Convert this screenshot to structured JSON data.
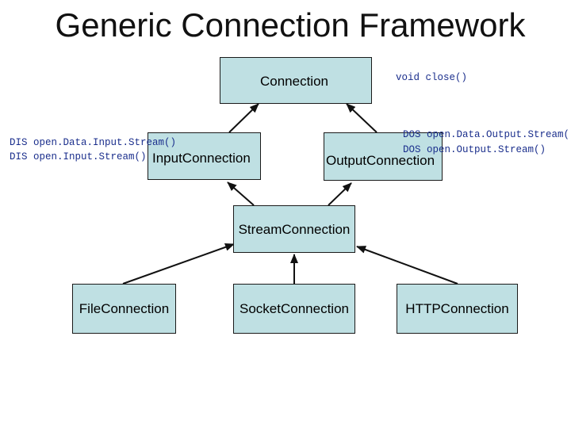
{
  "slide": {
    "title": "Generic Connection Framework"
  },
  "nodes": {
    "connection": "Connection",
    "input_connection": "InputConnection",
    "output_connection": "OutputConnection",
    "stream_connection": "StreamConnection",
    "file_connection": "FileConnection",
    "socket_connection": "SocketConnection",
    "http_connection": "HTTPConnection"
  },
  "methods": {
    "connection": [
      "void close()"
    ],
    "input_connection": [
      "DIS open.Data.Input.Stream()",
      "DIS open.Input.Stream()"
    ],
    "output_connection": [
      "DOS open.Data.Output.Stream(",
      "DOS open.Output.Stream()"
    ]
  },
  "colors": {
    "node_fill": "#bfe0e3",
    "node_border": "#1a1a1a",
    "method_text": "#1a2e8c",
    "arrow": "#111111"
  },
  "edges": [
    {
      "from": "input_connection",
      "to": "connection"
    },
    {
      "from": "output_connection",
      "to": "connection"
    },
    {
      "from": "stream_connection",
      "to": "input_connection"
    },
    {
      "from": "stream_connection",
      "to": "output_connection"
    },
    {
      "from": "file_connection",
      "to": "stream_connection"
    },
    {
      "from": "socket_connection",
      "to": "stream_connection"
    },
    {
      "from": "http_connection",
      "to": "stream_connection"
    }
  ]
}
